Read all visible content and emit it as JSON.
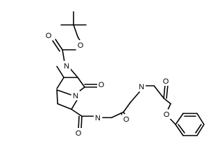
{
  "molecule": {
    "atom_labels": {
      "o_carbamate_carbonyl": "O",
      "o_carbamate_ester": "O",
      "nh_carbamate": "N",
      "o_valyl_carbonyl": "O",
      "n_proline": "N",
      "nh_amide_1": "N",
      "o_prolyl_carbonyl": "O",
      "nh_amide_2": "N",
      "o_glycyl_carbonyl": "O",
      "o_ester_carbonyl": "O",
      "o_ester_benzyl": "O"
    }
  }
}
